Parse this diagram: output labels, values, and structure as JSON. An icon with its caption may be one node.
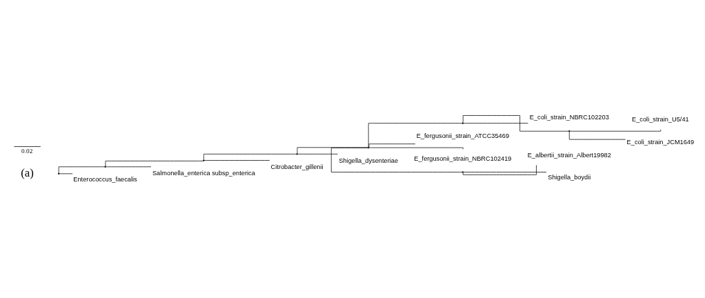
{
  "diagram": {
    "nodes": [
      {
        "text": [],
        "shape": "point"
      },
      {
        "text": [],
        "shape": "point"
      },
      {
        "text": [],
        "shape": "point"
      },
      {
        "text": [],
        "shape": "point"
      },
      {
        "text": [],
        "shape": "point"
      },
      {
        "text": [],
        "shape": "point"
      },
      {
        "text": [
          "E_coli_strain_NBRC102203"
        ]
      },
      {
        "text": [],
        "shape": "point"
      },
      {
        "text": [
          "E_coli_strain_U5/41"
        ]
      },
      {
        "text": [
          "E_coli_strain_JCM1649"
        ]
      },
      {
        "text": [
          "E_fergusonii_strain_ATCC35469"
        ]
      },
      {
        "text": [
          "E_fergusonii_strain_NBRC102419"
        ]
      },
      {
        "text": [],
        "shape": "point"
      },
      {
        "text": [
          "E_albertii_strain_Albert19982"
        ]
      },
      {
        "text": [
          "Shigella_boydii"
        ]
      },
      {
        "text": [
          "Shigella_dysenteriae"
        ]
      },
      {
        "text": [
          "Citrobacter_gillenii"
        ]
      },
      {
        "text": [
          "Salmonella_enterica subsp_enterica"
        ]
      },
      {
        "text": [
          "Enterococcus_faecalis"
        ]
      }
    ],
    "edges": [
      {
        "from": 0,
        "to": 1,
        "arrow": "none"
      },
      {
        "from": 0,
        "to": 18,
        "arrow": "none"
      },
      {
        "from": 1,
        "to": 2,
        "arrow": "none"
      },
      {
        "from": 1,
        "to": 17,
        "arrow": "none"
      },
      {
        "from": 2,
        "to": 3,
        "arrow": "none"
      },
      {
        "from": 2,
        "to": 16,
        "arrow": "none"
      },
      {
        "from": 3,
        "to": 4,
        "arrow": "none"
      },
      {
        "from": 3,
        "to": 15,
        "arrow": "none"
      },
      {
        "from": 4,
        "to": 5,
        "arrow": "none"
      },
      {
        "from": 4,
        "to": 10,
        "arrow": "none"
      },
      {
        "from": 4,
        "to": 11,
        "arrow": "none"
      },
      {
        "from": 4,
        "to": 12,
        "arrow": "none"
      },
      {
        "from": 5,
        "to": 6,
        "arrow": "none"
      },
      {
        "from": 5,
        "to": 7,
        "arrow": "none"
      },
      {
        "from": 7,
        "to": 8,
        "arrow": "none"
      },
      {
        "from": 7,
        "to": 9,
        "arrow": "none"
      },
      {
        "from": 12,
        "to": 13,
        "arrow": "none"
      },
      {
        "from": 12,
        "to": 14,
        "arrow": "none"
      }
    ],
    "labels": [
      "(a)",
      "0.02"
    ]
  }
}
